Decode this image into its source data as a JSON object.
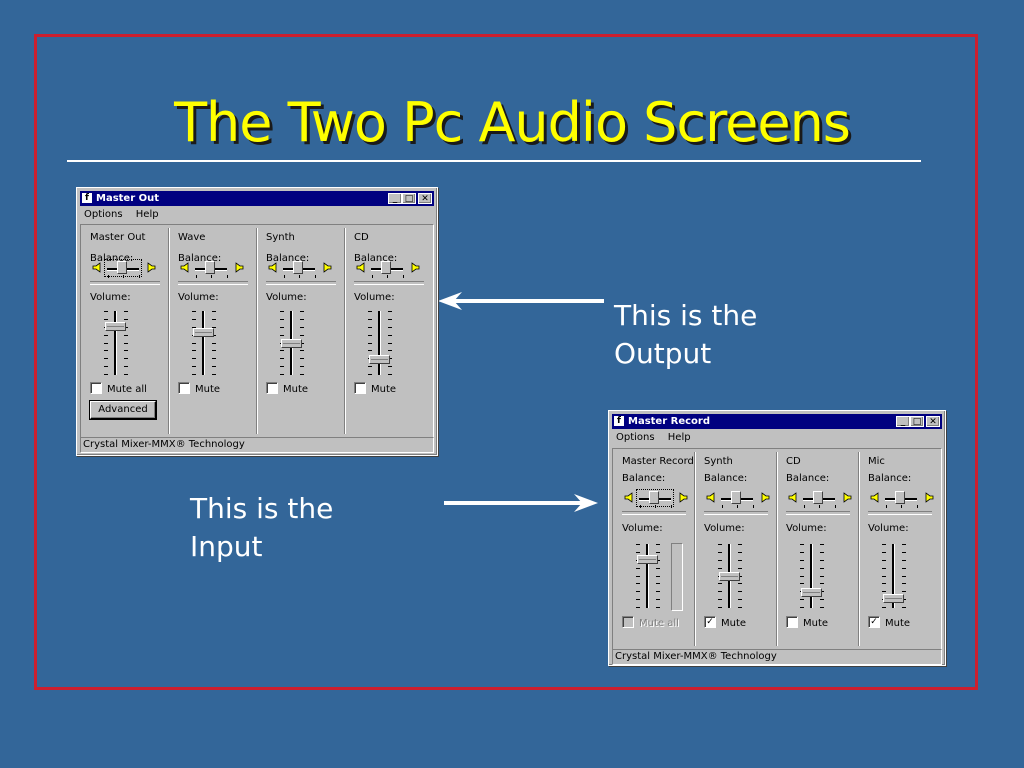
{
  "slide": {
    "title": "The Two Pc Audio Screens",
    "output_caption": [
      "This is the",
      "Output"
    ],
    "input_caption": [
      "This is the",
      "Input"
    ],
    "colors": {
      "background": "#336699",
      "frame": "#cc1f2e",
      "title": "#ffff00",
      "titlebar": "#000080"
    }
  },
  "master_out": {
    "title": "Master Out",
    "menu": [
      "Options",
      "Help"
    ],
    "balance_label": "Balance:",
    "volume_label": "Volume:",
    "channels": [
      {
        "name": "Master Out",
        "mute_label": "Mute all",
        "muted": false,
        "volume": 0.8
      },
      {
        "name": "Wave",
        "mute_label": "Mute",
        "muted": false,
        "volume": 0.7
      },
      {
        "name": "Synth",
        "mute_label": "Mute",
        "muted": false,
        "volume": 0.5
      },
      {
        "name": "CD",
        "mute_label": "Mute",
        "muted": false,
        "volume": 0.2
      }
    ],
    "advanced_label": "Advanced",
    "status": "Crystal Mixer-MMX® Technology"
  },
  "master_record": {
    "title": "Master Record",
    "menu": [
      "Options",
      "Help"
    ],
    "balance_label": "Balance:",
    "volume_label": "Volume:",
    "channels": [
      {
        "name": "Master Record",
        "mute_label": "Mute all",
        "muted": false,
        "disabled": true,
        "volume": 0.8
      },
      {
        "name": "Synth",
        "mute_label": "Mute",
        "muted": true,
        "volume": 0.5
      },
      {
        "name": "CD",
        "mute_label": "Mute",
        "muted": false,
        "volume": 0.2
      },
      {
        "name": "Mic",
        "mute_label": "Mute",
        "muted": true,
        "volume": 0.1
      }
    ],
    "status": "Crystal Mixer-MMX® Technology"
  }
}
